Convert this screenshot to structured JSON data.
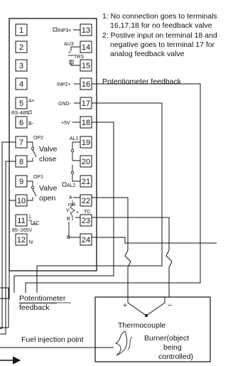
{
  "notes": {
    "line1a": "1: No connection goes to terminals",
    "line1b": "16,17,18 for no feedback valve",
    "line2a": "2: Postive input on terminal 18 and",
    "line2b": "negative goes to terminal 17 for",
    "line2c": "analog feedback valve"
  },
  "left_terminals": [
    "1",
    "2",
    "3",
    "4",
    "5",
    "6",
    "7",
    "8",
    "9",
    "10",
    "11",
    "12"
  ],
  "right_terminals": [
    "13",
    "14",
    "15",
    "16",
    "17",
    "18",
    "19",
    "20",
    "21",
    "22",
    "23",
    "24"
  ],
  "labels": {
    "inp3": "INP3+",
    "au3": "AU3",
    "trs": "TRS",
    "inp2": "INP2+",
    "gnd": "GND-",
    "plus5v": "+5V",
    "a_plus": "A+",
    "rs485": "RS-485",
    "b_minus": "B-",
    "op2": "OP2",
    "valve_close_1": "Valve",
    "valve_close_2": "close",
    "op1": "OP1",
    "valve_open_1": "Valve",
    "valve_open_2": "open",
    "l_ac_l": "L",
    "l_ac_ac": "AC",
    "voltage": "85~265V",
    "n": "N",
    "al1": "AL1",
    "al2": "AL2",
    "a_small": "A",
    "ma": "mA",
    "v": "V",
    "tc": "TC",
    "b_small": "B",
    "b_rtd": "B"
  },
  "potentiometer_feedback_top": "Potentiometer feedback",
  "potentiometer_feedback_left_1": "Potentiometer",
  "potentiometer_feedback_left_2": "feedback",
  "thermocouple": {
    "plus": "+",
    "minus": "−",
    "label": "Thermocouple"
  },
  "burner": {
    "line1": "Burner(object",
    "line2": "being",
    "line3": "controlled)"
  },
  "fuel_injection_point": "Fuel injection point"
}
